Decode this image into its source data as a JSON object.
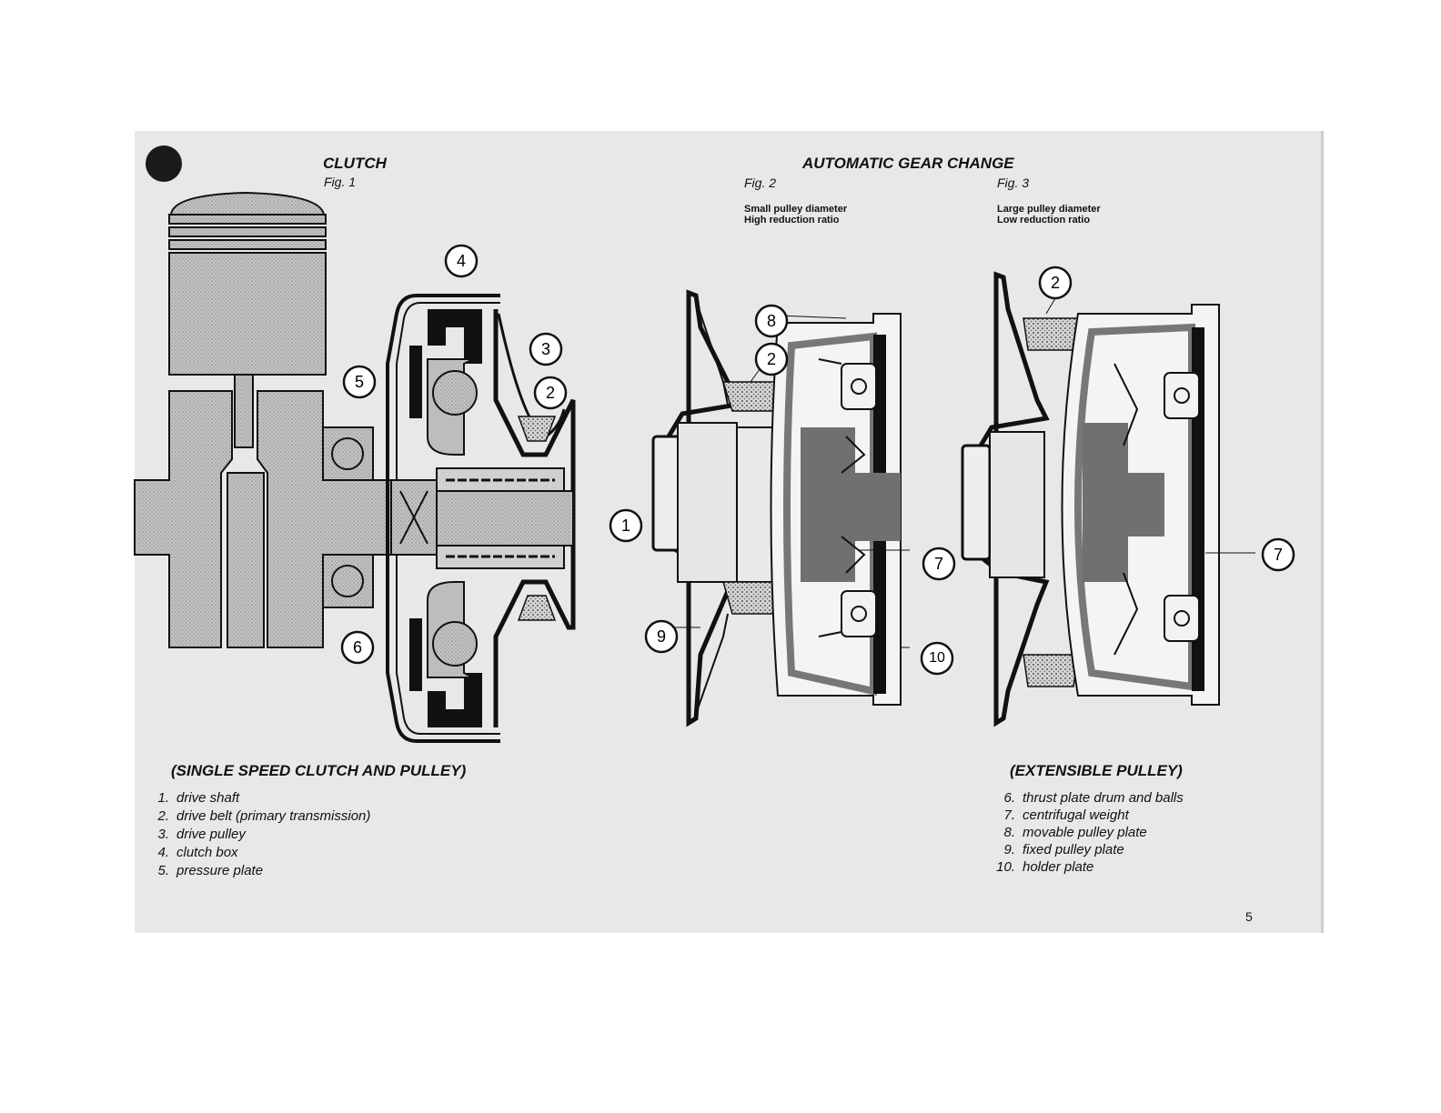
{
  "clutch": {
    "title": "CLUTCH",
    "fig": "Fig. 1"
  },
  "gear": {
    "title": "AUTOMATIC GEAR CHANGE",
    "fig2": {
      "label": "Fig. 2",
      "line1": "Small pulley diameter",
      "line2": "High reduction ratio"
    },
    "fig3": {
      "label": "Fig. 3",
      "line1": "Large pulley diameter",
      "line2": "Low reduction ratio"
    }
  },
  "callouts": {
    "fig1": [
      "4",
      "3",
      "5",
      "2",
      "1",
      "6"
    ],
    "fig2": [
      "8",
      "2",
      "7",
      "9",
      "10"
    ],
    "fig3": [
      "2",
      "7"
    ]
  },
  "left_caption": "(SINGLE SPEED CLUTCH AND PULLEY)",
  "left_items": [
    {
      "n": "1.",
      "text": "drive shaft"
    },
    {
      "n": "2.",
      "text": "drive belt (primary transmission)"
    },
    {
      "n": "3.",
      "text": "drive pulley"
    },
    {
      "n": "4.",
      "text": "clutch box"
    },
    {
      "n": "5.",
      "text": "pressure plate"
    }
  ],
  "right_caption": "(EXTENSIBLE PULLEY)",
  "right_items": [
    {
      "n": "6.",
      "text": "thrust plate drum and balls"
    },
    {
      "n": "7.",
      "text": "centrifugal weight"
    },
    {
      "n": "8.",
      "text": "movable pulley plate"
    },
    {
      "n": "9.",
      "text": "fixed pulley plate"
    },
    {
      "n": "10.",
      "text": "holder plate"
    }
  ],
  "page_number": "5"
}
